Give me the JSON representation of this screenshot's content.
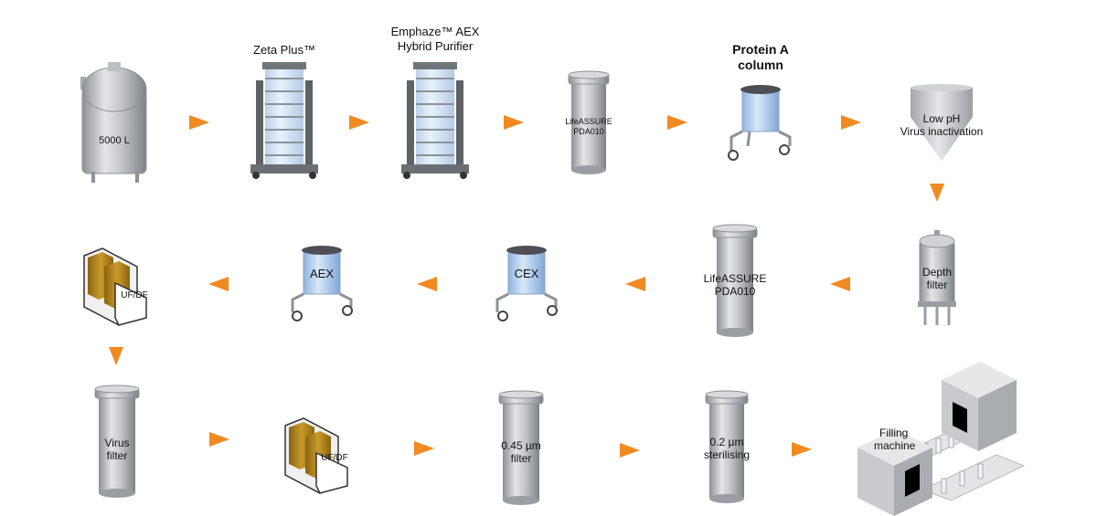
{
  "steps": [
    {
      "id": "tank",
      "label_lines": [
        "5000 L"
      ]
    },
    {
      "id": "zeta",
      "title_lines": [
        "Zeta Plus™"
      ]
    },
    {
      "id": "emphaze",
      "title_lines": [
        "Emphaze™ AEX",
        "Hybrid Purifier"
      ]
    },
    {
      "id": "lifeassure1",
      "label_lines": [
        "LifeASSURE",
        "PDA010"
      ]
    },
    {
      "id": "protein_a",
      "title_lines": [
        "Protein A",
        "column"
      ]
    },
    {
      "id": "low_ph",
      "label_lines": [
        "Low pH",
        "Virus inactivation"
      ]
    },
    {
      "id": "depth",
      "label_lines": [
        "Depth",
        "filter"
      ]
    },
    {
      "id": "lifeassure2",
      "label_lines": [
        "LifeASSURE",
        "PDA010"
      ]
    },
    {
      "id": "cex",
      "label_lines": [
        "CEX"
      ]
    },
    {
      "id": "aex",
      "label_lines": [
        "AEX"
      ]
    },
    {
      "id": "ufdf1",
      "label_lines": [
        "UF/DF"
      ]
    },
    {
      "id": "virus",
      "label_lines": [
        "Virus",
        "filter"
      ]
    },
    {
      "id": "ufdf2",
      "label_lines": [
        "UF/DF"
      ]
    },
    {
      "id": "filter045",
      "label_lines": [
        "0.45 µm",
        "filter"
      ]
    },
    {
      "id": "steril",
      "label_lines": [
        "0.2 µm",
        "sterilising"
      ]
    },
    {
      "id": "filling",
      "label_lines": [
        "Filling",
        "machine"
      ]
    }
  ],
  "colors": {
    "arrow": "#f18a21",
    "steel": "#b9bcc0",
    "steel_dark": "#8e9296",
    "column_blue": "#a8c8ea",
    "membrane_gold": "#b58a1e",
    "column_cap": "#4d4f55",
    "machine": "#cfd0d2"
  }
}
